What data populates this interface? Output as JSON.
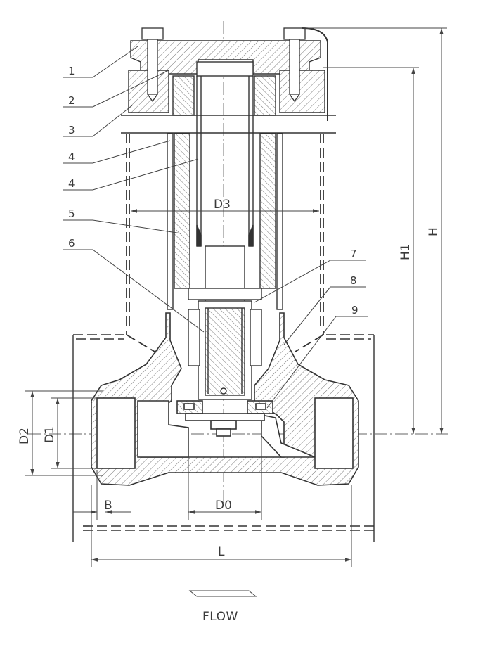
{
  "part_labels": [
    "1",
    "2",
    "3",
    "4",
    "4",
    "5",
    "6",
    "7",
    "8",
    "9"
  ],
  "dimensions": {
    "d3": "D3",
    "h": "H",
    "h1": "H1",
    "d2": "D2",
    "d1": "D1",
    "b": "B",
    "d0": "D0",
    "l": "L"
  },
  "flow_label": "FLOW",
  "colors": {
    "line": "#333333",
    "hatch": "#555555",
    "text": "#3a3a3a"
  }
}
